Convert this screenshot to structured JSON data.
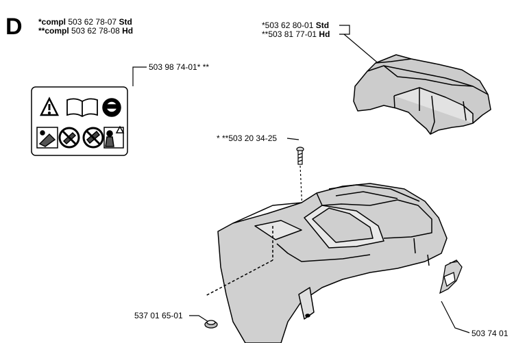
{
  "section": {
    "letter": "D"
  },
  "assembly_labels": [
    {
      "prefix": "*compl",
      "number": "503 62 78-07",
      "suffix": "Std"
    },
    {
      "prefix": "**compl",
      "number": "503 62 78-08",
      "suffix": "Hd"
    }
  ],
  "cover_labels": [
    {
      "number": "*503 62 80-01",
      "suffix": "Std"
    },
    {
      "number": "**503 81 77-01",
      "suffix": "Hd"
    }
  ],
  "parts": {
    "decal": "503 98 74-01* **",
    "screw": "* **503 20 34-25",
    "grommet": "537 01 65-01",
    "clip": "503 74 01"
  },
  "decal_icons": [
    "warning-triangle-icon",
    "manual-book-icon",
    "ear-eye-protection-icon",
    "kickback-warning-icon",
    "one-hand-prohibited-icon",
    "hand-grip-prohibited-icon",
    "bystander-warning-icon"
  ]
}
